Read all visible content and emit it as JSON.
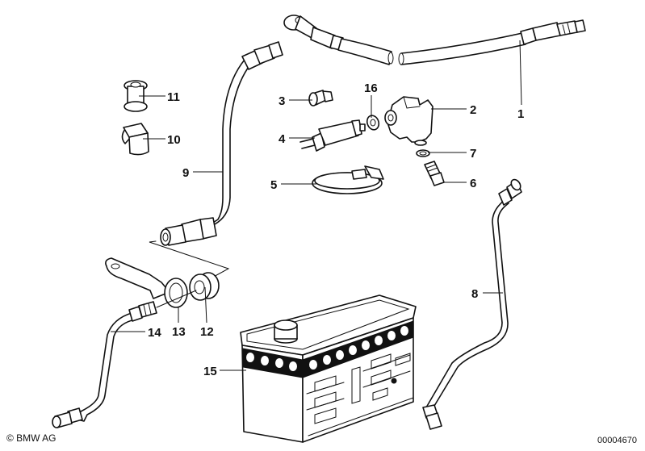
{
  "diagram": {
    "title": "Battery / brake line components exploded parts diagram",
    "copyright": "© BMW AG",
    "diagram_number": "00004670",
    "callouts": [
      {
        "number": "1",
        "part": "brake hose"
      },
      {
        "number": "2",
        "part": "distribution piece"
      },
      {
        "number": "3",
        "part": "screw plug"
      },
      {
        "number": "4",
        "part": "brake light switch"
      },
      {
        "number": "5",
        "part": "hose clamp"
      },
      {
        "number": "6",
        "part": "banjo bolt"
      },
      {
        "number": "7",
        "part": "gasket ring"
      },
      {
        "number": "8",
        "part": "brake pipe"
      },
      {
        "number": "9",
        "part": "brake hose"
      },
      {
        "number": "10",
        "part": "clip"
      },
      {
        "number": "11",
        "part": "grommet"
      },
      {
        "number": "12",
        "part": "nut"
      },
      {
        "number": "13",
        "part": "washer"
      },
      {
        "number": "14",
        "part": "brake pipe"
      },
      {
        "number": "15",
        "part": "battery"
      },
      {
        "number": "16",
        "part": "washer"
      }
    ]
  }
}
